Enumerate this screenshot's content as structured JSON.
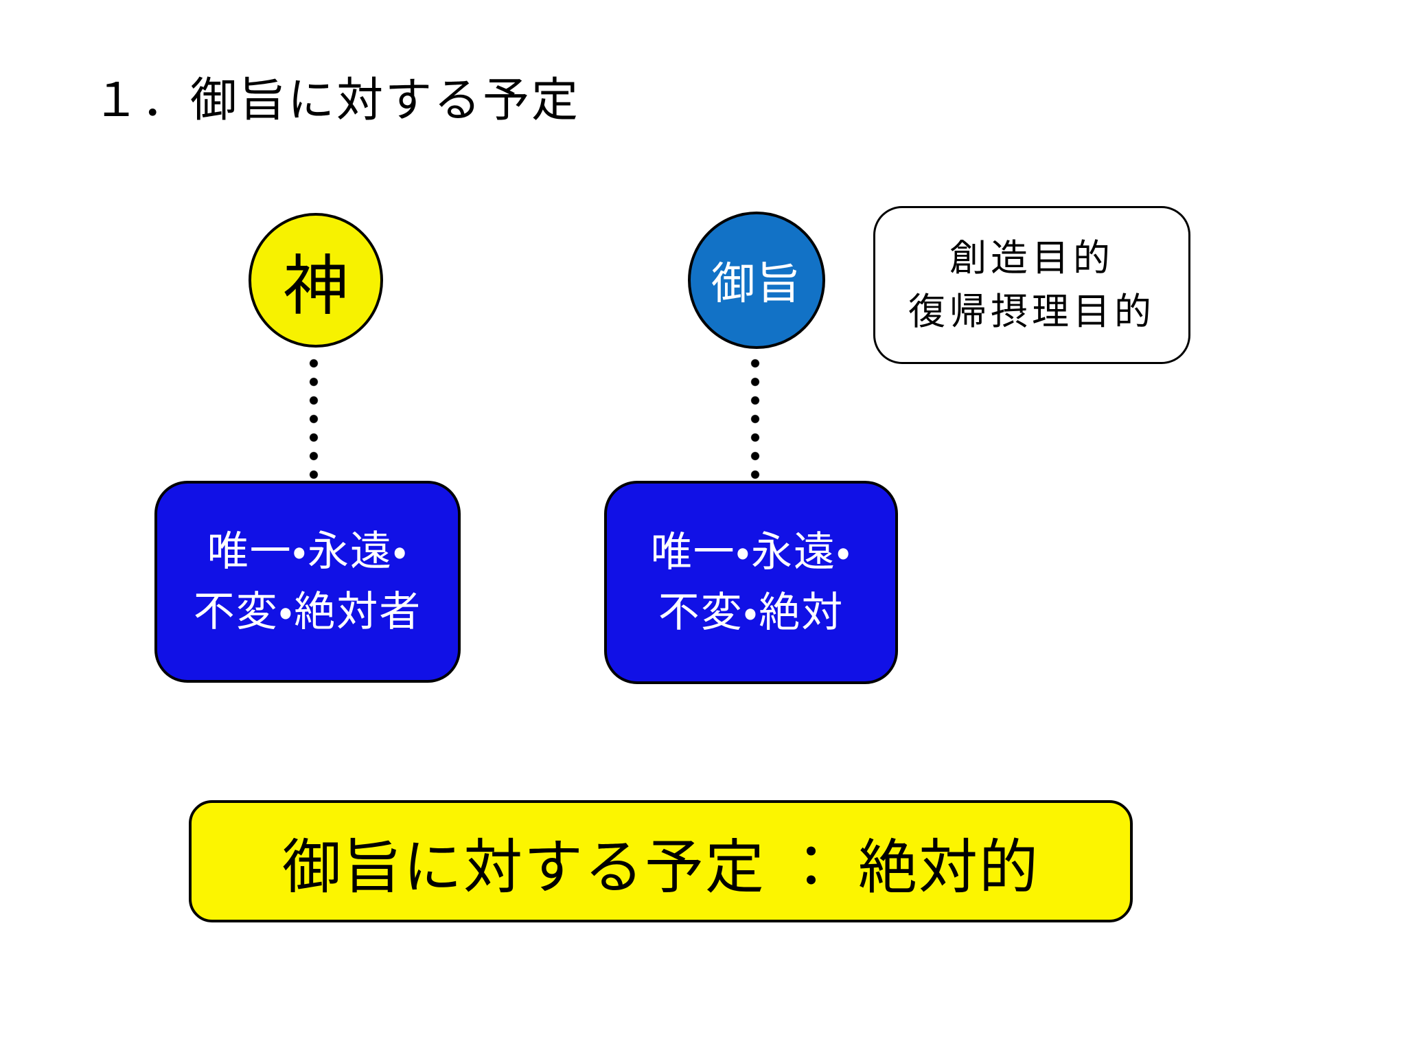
{
  "slide": {
    "title": "１．御旨に対する予定",
    "god_circle": {
      "label": "神"
    },
    "will_circle": {
      "label": "御旨"
    },
    "purpose_note": {
      "line1": "創造目的",
      "line2": "復帰摂理目的"
    },
    "god_attributes": {
      "line1": "唯一・永遠・",
      "line2": "不変・絶対者"
    },
    "will_attributes": {
      "line1": "唯一・永遠・",
      "line2": "不変・絶対"
    },
    "conclusion": {
      "text": "御旨に対する予定 ： 絶対的"
    },
    "colors": {
      "background": "#ffffff",
      "god_circle_fill": "#f7f200",
      "will_circle_fill": "#1272c6",
      "attribute_box_fill": "#1111e6",
      "conclusion_fill": "#fcf500",
      "outline": "#000000",
      "text_on_blue": "#ffffff",
      "text_default": "#000000"
    }
  }
}
